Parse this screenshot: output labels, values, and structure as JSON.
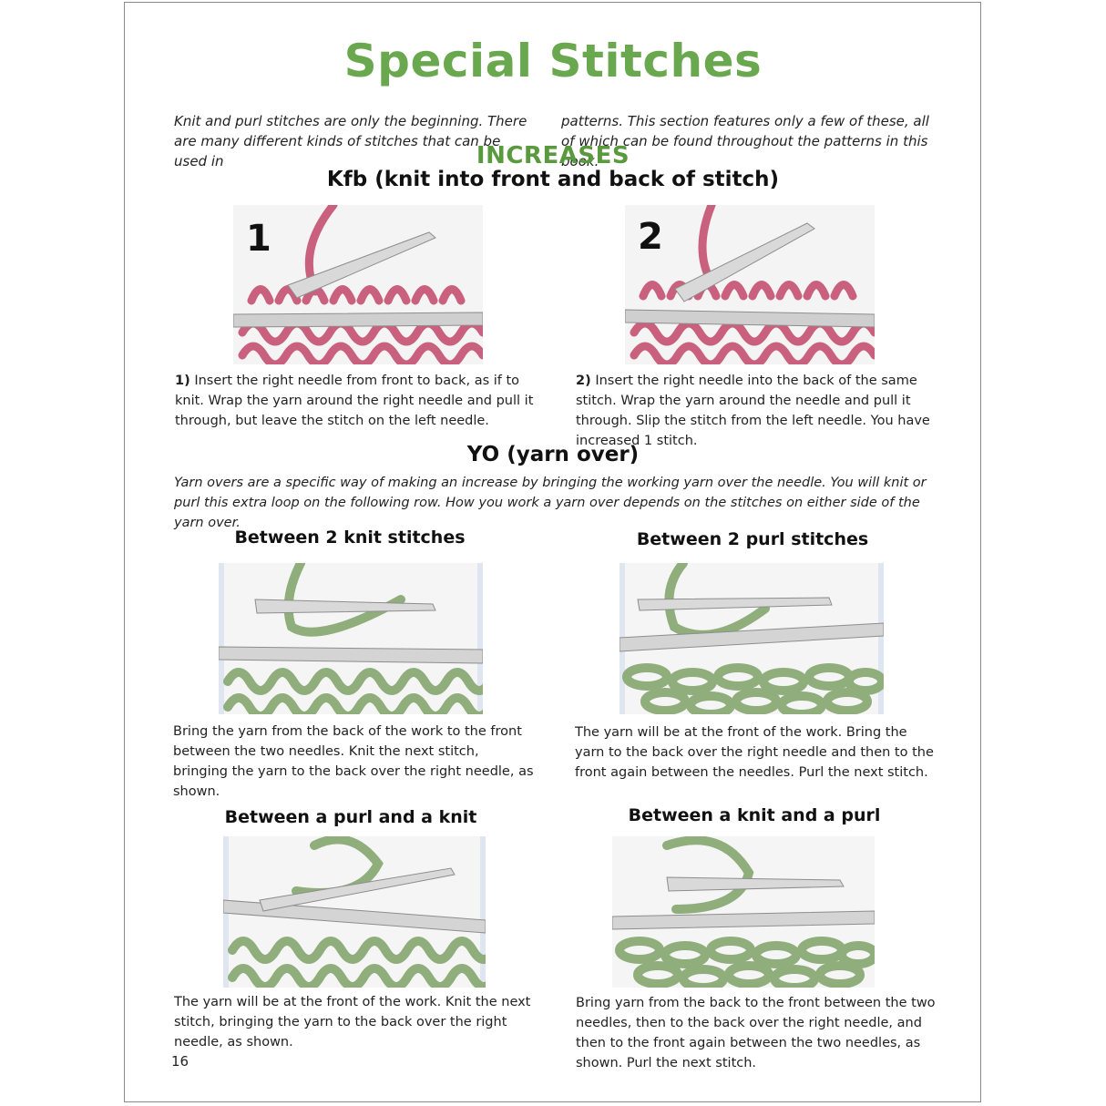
{
  "title": "Special Stitches",
  "intro": {
    "left": "Knit and purl stitches are only the beginning. There are many different kinds of stitches that can be used in",
    "right": "patterns. This section features only a few of these, all of which can be found throughout the patterns in this book."
  },
  "increases": {
    "heading": "INCREASES",
    "kfb_heading": "Kfb (knit into front and back of stitch)",
    "step1": {
      "number": "1",
      "lead": "1)",
      "text": " Insert the right needle from front to back, as if to knit. Wrap the yarn around the right needle and pull it through, but leave the stitch on the left needle."
    },
    "step2": {
      "number": "2",
      "lead": "2)",
      "text": " Insert the right needle into the back of the same stitch. Wrap the yarn around the needle and pull it through. Slip the stitch from the left needle. You have increased 1 stitch."
    }
  },
  "yo": {
    "heading": "YO (yarn over)",
    "description": "Yarn overs are a specific way of making an increase by bringing the working yarn over the needle. You will knit or purl this extra loop on the following row. How you work a yarn over depends on the stitches on either side of the yarn over.",
    "knit_knit": {
      "heading": "Between 2 knit stitches",
      "text": "Bring the yarn from the back of the work to the front between the two needles. Knit the next stitch, bringing the yarn to the back over the right needle, as shown."
    },
    "purl_purl": {
      "heading": "Between 2 purl stitches",
      "text": "The yarn will be at the front of the work. Bring the yarn to the back over the right needle and then to the front again between the needles. Purl the next stitch."
    },
    "purl_knit": {
      "heading": "Between a purl and a knit",
      "text": "The yarn will be at the front of the work. Knit the next stitch, bringing the yarn to the back over the right needle, as shown."
    },
    "knit_purl": {
      "heading": "Between a knit and a purl",
      "text": "Bring yarn from the back to the front between the two needles, then to the back over the right needle, and then to the front again between the two needles, as shown. Purl the next stitch."
    }
  },
  "page_number": "16",
  "colors": {
    "title_green": "#6aa84f",
    "pink_yarn": "#c9607e",
    "green_yarn": "#8fae7c",
    "needle_gray": "#bdbdbd"
  }
}
